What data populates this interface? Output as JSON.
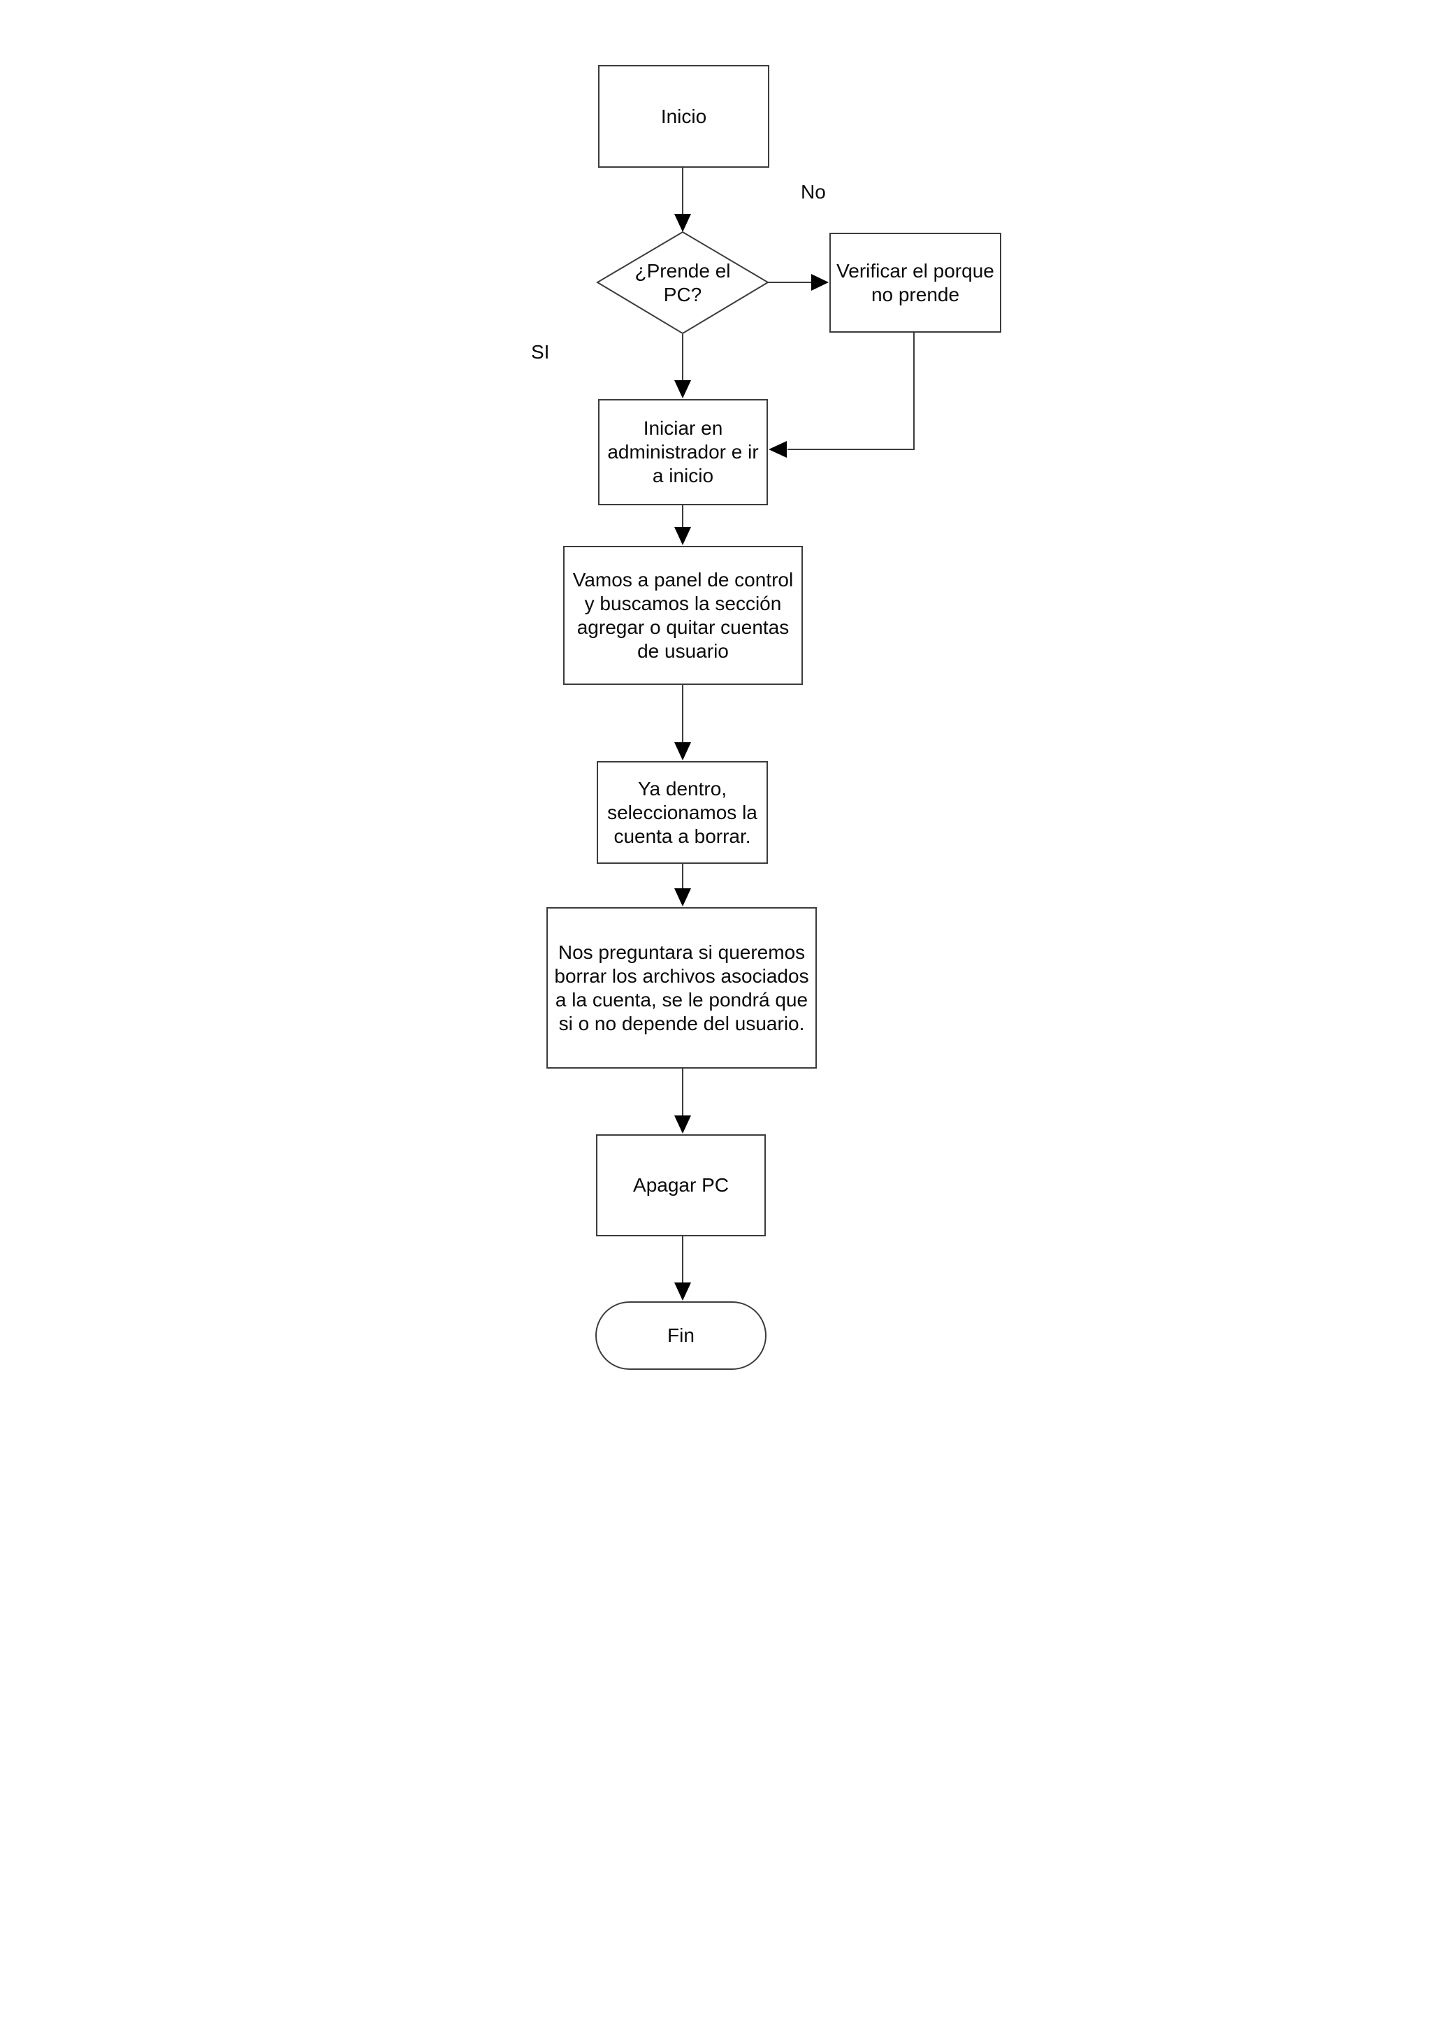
{
  "diagram": {
    "background_color": "#ffffff",
    "stroke_color": "#3c3c3c",
    "arrowhead_color": "#000000",
    "text_color": "#0a0a0a",
    "nodes": {
      "inicio": {
        "type": "terminator-rect",
        "label": "Inicio"
      },
      "prende_pc": {
        "type": "decision-diamond",
        "label": "¿Prende el\nPC?"
      },
      "verificar": {
        "type": "process-rect",
        "label": "Verificar el porque\nno prende"
      },
      "iniciar": {
        "type": "process-rect",
        "label": "Iniciar en\nadministrador e ir\na inicio"
      },
      "vamos": {
        "type": "process-rect",
        "label": "Vamos a panel de control\ny buscamos la sección\nagregar o quitar cuentas\nde usuario"
      },
      "yadentro": {
        "type": "process-rect",
        "label": "Ya dentro,\nseleccionamos la\ncuenta a borrar."
      },
      "nospreguntara": {
        "type": "process-rect",
        "label": "Nos preguntara si queremos\nborrar los archivos asociados\na la cuenta, se le pondrá que\nsi o no depende del usuario."
      },
      "apagar": {
        "type": "process-rect",
        "label": "Apagar PC"
      },
      "fin": {
        "type": "terminator-stadium",
        "label": "Fin"
      }
    },
    "edge_labels": {
      "no": "No",
      "si": "SI"
    }
  }
}
